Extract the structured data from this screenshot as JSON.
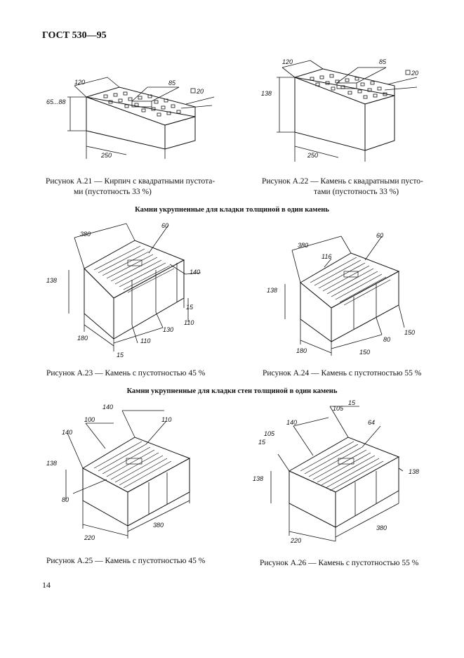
{
  "header": {
    "standard": "ГОСТ 530—95"
  },
  "page_number": "14",
  "sections": [
    "Камни укрупненные для кладки толщиной в один камень",
    "Камни укрупненные для кладки стен толщиной в один камень"
  ],
  "figures": [
    {
      "caption_line1": "Рисунок А.21 — Кирпич с квадратными пустота-",
      "caption_line2": "ми (пустотность 33 %)",
      "dims": [
        "120",
        "65...88",
        "85",
        "20",
        "250"
      ]
    },
    {
      "caption_line1": "Рисунок А.22 — Камень с квадратными пусто-",
      "caption_line2": "тами (пустотность 33 %)",
      "dims": [
        "120",
        "85",
        "20",
        "138",
        "250"
      ]
    },
    {
      "caption": "Рисунок А.23 — Камень с пустотностью 45 %",
      "dims": [
        "380",
        "60",
        "138",
        "140",
        "15",
        "110",
        "130",
        "110",
        "15",
        "180"
      ]
    },
    {
      "caption": "Рисунок А.24 — Камень с пустотностью 55 %",
      "dims": [
        "60",
        "380",
        "116",
        "138",
        "150",
        "80",
        "150",
        "180"
      ]
    },
    {
      "caption": "Рисунок А.25 — Камень с пустотностью 45 %",
      "dims": [
        "140",
        "100",
        "110",
        "140",
        "138",
        "80",
        "220",
        "380"
      ]
    },
    {
      "caption": "Рисунок А.26 — Камень с пустотностью 55 %",
      "dims": [
        "15",
        "105",
        "140",
        "64",
        "105",
        "15",
        "138",
        "138",
        "220",
        "380"
      ]
    }
  ]
}
